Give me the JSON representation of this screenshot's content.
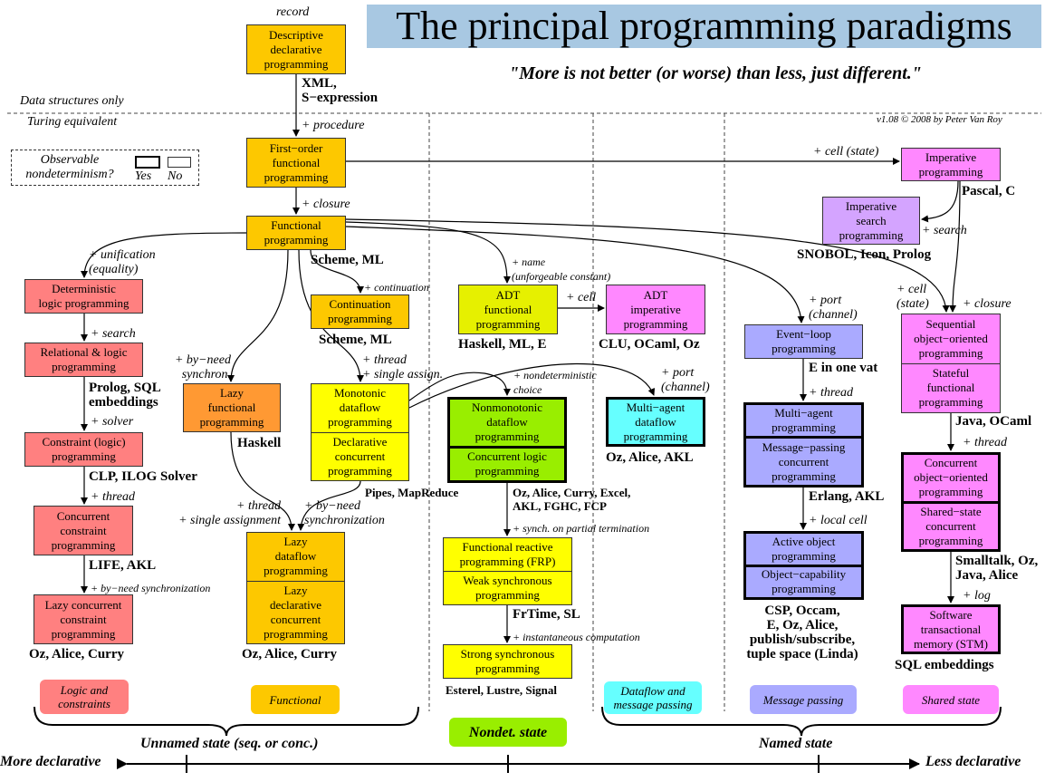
{
  "title": "The principal programming paradigms",
  "subtitle": "\"More is not better (or worse) than less, just different.\"",
  "version": "v1.08 © 2008 by Peter Van Roy",
  "regions": {
    "data_structures": "Data structures only",
    "turing": "Turing equivalent"
  },
  "legend": {
    "label": "Observable\nnondeterminism?",
    "yes": "Yes",
    "no": "No"
  },
  "boxes": {
    "descriptive": {
      "parts": [
        "Descriptive\ndeclarative\nprogramming"
      ],
      "color": "#fdc800"
    },
    "first_order": {
      "parts": [
        "First−order\nfunctional\nprogramming"
      ],
      "color": "#fdc800"
    },
    "functional": {
      "parts": [
        "Functional\nprogramming"
      ],
      "color": "#fdc800"
    },
    "imperative": {
      "parts": [
        "Imperative\nprogramming"
      ],
      "color": "#ff88ff"
    },
    "imperative_search": {
      "parts": [
        "Imperative\nsearch\nprogramming"
      ],
      "color": "#d4a4ff"
    },
    "det_logic": {
      "parts": [
        "Deterministic\nlogic programming"
      ],
      "color": "#ff8080"
    },
    "continuation": {
      "parts": [
        "Continuation\nprogramming"
      ],
      "color": "#fdc800"
    },
    "adt_functional": {
      "parts": [
        "ADT\nfunctional\nprogramming"
      ],
      "color": "#e6f000"
    },
    "adt_imperative": {
      "parts": [
        "ADT\nimperative\nprogramming"
      ],
      "color": "#ff88ff"
    },
    "event_loop": {
      "parts": [
        "Event−loop\nprogramming"
      ],
      "color": "#aaaaff"
    },
    "sequential_oo": {
      "parts": [
        "Sequential\nobject−oriented\nprogramming",
        "Stateful\nfunctional\nprogramming"
      ],
      "color": "#ff88ff"
    },
    "relational": {
      "parts": [
        "Relational & logic\nprogramming"
      ],
      "color": "#ff8080"
    },
    "lazy_functional": {
      "parts": [
        "Lazy\nfunctional\nprogramming"
      ],
      "color": "#ff9933"
    },
    "monotonic": {
      "parts": [
        "Monotonic\ndataflow\nprogramming",
        "Declarative\nconcurrent\nprogramming"
      ],
      "color": "#ffff00"
    },
    "nonmonotonic": {
      "parts": [
        "Nonmonotonic\ndataflow\nprogramming",
        "Concurrent logic\nprogramming"
      ],
      "color": "#99ee00"
    },
    "multi_agent_dataflow": {
      "parts": [
        "Multi−agent\ndataflow\nprogramming"
      ],
      "color": "#66ffff"
    },
    "multi_agent": {
      "parts": [
        "Multi−agent\nprogramming",
        "Message−passing\nconcurrent\nprogramming"
      ],
      "color": "#aaaaff"
    },
    "concurrent_oo": {
      "parts": [
        "Concurrent\nobject−oriented\nprogramming",
        "Shared−state\nconcurrent\nprogramming"
      ],
      "color": "#ff88ff"
    },
    "constraint": {
      "parts": [
        "Constraint (logic)\nprogramming"
      ],
      "color": "#ff8080"
    },
    "concurrent_constraint": {
      "parts": [
        "Concurrent\nconstraint\nprogramming"
      ],
      "color": "#ff8080"
    },
    "lazy_dataflow": {
      "parts": [
        "Lazy\ndataflow\nprogramming",
        "Lazy\ndeclarative\nconcurrent\nprogramming"
      ],
      "color": "#fdc800"
    },
    "frp": {
      "parts": [
        "Functional reactive\nprogramming (FRP)",
        "Weak synchronous\nprogramming"
      ],
      "color": "#ffff00"
    },
    "active_object": {
      "parts": [
        "Active object\nprogramming",
        "Object−capability\nprogramming"
      ],
      "color": "#aaaaff"
    },
    "stm": {
      "parts": [
        "Software\ntransactional\nmemory (STM)"
      ],
      "color": "#ff88ff"
    },
    "lazy_cc": {
      "parts": [
        "Lazy concurrent\nconstraint\nprogramming"
      ],
      "color": "#ff8080"
    },
    "strong_sync": {
      "parts": [
        "Strong synchronous\nprogramming"
      ],
      "color": "#ffff00"
    }
  },
  "labels": {
    "record": "record",
    "xml": "XML,\nS−expression",
    "procedure": "+ procedure",
    "cell_state": "+ cell (state)",
    "pascal": "Pascal, C",
    "closure": "+ closure",
    "search_imp": "+ search",
    "snobol": "SNOBOL, Icon, Prolog",
    "unification": "+ unification\n(equality)",
    "scheme1": "Scheme, ML",
    "continuation_op": "+ continuation",
    "scheme2": "Scheme, ML",
    "name": "+ name\n(unforgeable constant)",
    "cell": "+ cell",
    "haskell_ml_e": "Haskell, ML, E",
    "clu": "CLU, OCaml, Oz",
    "port_channel1": "+ port\n(channel)",
    "cell_state2": "+ cell\n(state)",
    "closure2": "+ closure",
    "e_vat": "E in one vat",
    "search": "+ search",
    "byneed_synchron": "+ by−need\nsynchron.",
    "thread_single": "+ thread\n+ single assign.",
    "nondet_choice": "+ nondeterministic\nchoice",
    "port_channel2": "+ port\n(channel)",
    "prolog": "Prolog, SQL\nembeddings",
    "haskell": "Haskell",
    "thread_ma": "+ thread",
    "oz_alice_akl": "Oz, Alice, AKL",
    "java_ocaml": "Java, OCaml",
    "thread_oo": "+ thread",
    "solver": "+ solver",
    "clp": "CLP, ILOG Solver",
    "pipes": "Pipes, MapReduce",
    "oz_list": "Oz, Alice, Curry, Excel,\nAKL, FGHC, FCP",
    "erlang": "Erlang, AKL",
    "thread_cc": "+ thread",
    "thread_single2": "+ thread\n+ single assignment",
    "byneed_sync2": "+ by−need\nsynchronization",
    "synch_partial": "+ synch. on partial termination",
    "local_cell": "+ local cell",
    "smalltalk": "Smalltalk, Oz,\nJava, Alice",
    "log": "+ log",
    "life": "LIFE, AKL",
    "byneed_sync3": "+ by−need synchronization",
    "frtime": "FrTime, SL",
    "instantaneous": "+ instantaneous computation",
    "sql_embed": "SQL embeddings",
    "oz_curry1": "Oz, Alice, Curry",
    "oz_curry2": "Oz, Alice, Curry",
    "csp": "CSP, Occam,\nE, Oz, Alice,\npublish/subscribe,\ntuple space (Linda)",
    "esterel": "Esterel, Lustre, Signal"
  },
  "categories": {
    "logic": {
      "label": "Logic and\nconstraints",
      "color": "#ff8080"
    },
    "functional": {
      "label": "Functional",
      "color": "#fdc800"
    },
    "dataflow": {
      "label": "Dataflow and\nmessage passing",
      "color": "#66ffff"
    },
    "message": {
      "label": "Message passing",
      "color": "#aaaaff"
    },
    "shared": {
      "label": "Shared state",
      "color": "#ff88ff"
    },
    "nondet": {
      "label": "Nondet. state",
      "color": "#99ee00"
    }
  },
  "groups": {
    "unnamed": "Unnamed state (seq. or conc.)",
    "named": "Named state"
  },
  "axis": {
    "left": "More declarative",
    "right": "Less declarative"
  }
}
